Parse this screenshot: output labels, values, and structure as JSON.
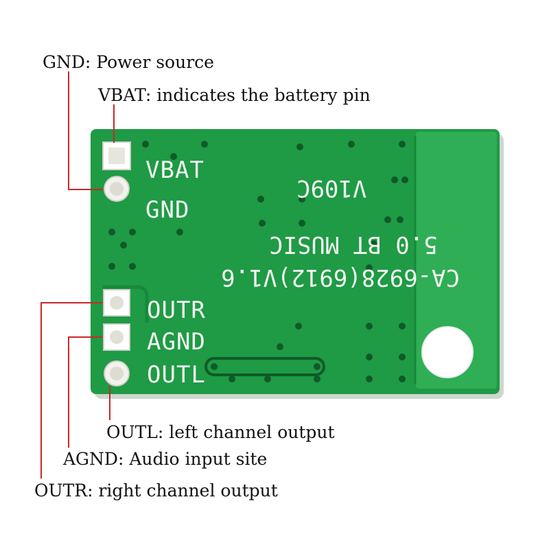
{
  "colors": {
    "board": "#1f9a45",
    "board_light": "#2fae55",
    "silkscreen": "#f2f7f2",
    "pad": "#d8d8d0",
    "leader_line": "#c8282a",
    "text": "#111111"
  },
  "callouts": {
    "gnd": "GND: Power source",
    "vbat": "VBAT: indicates the battery pin",
    "outl": "OUTL: left channel output",
    "agnd": "AGND: Audio input site",
    "outr": "OUTR: right channel output"
  },
  "silkscreen": {
    "vbat": "VBAT",
    "gnd": "GND",
    "outr": "OUTR",
    "agnd": "AGND",
    "outl": "OUTL",
    "version": "V109C",
    "line_music": "5.0 BT MUSIC",
    "line_model": "CA-6928(6912)V1.6"
  }
}
